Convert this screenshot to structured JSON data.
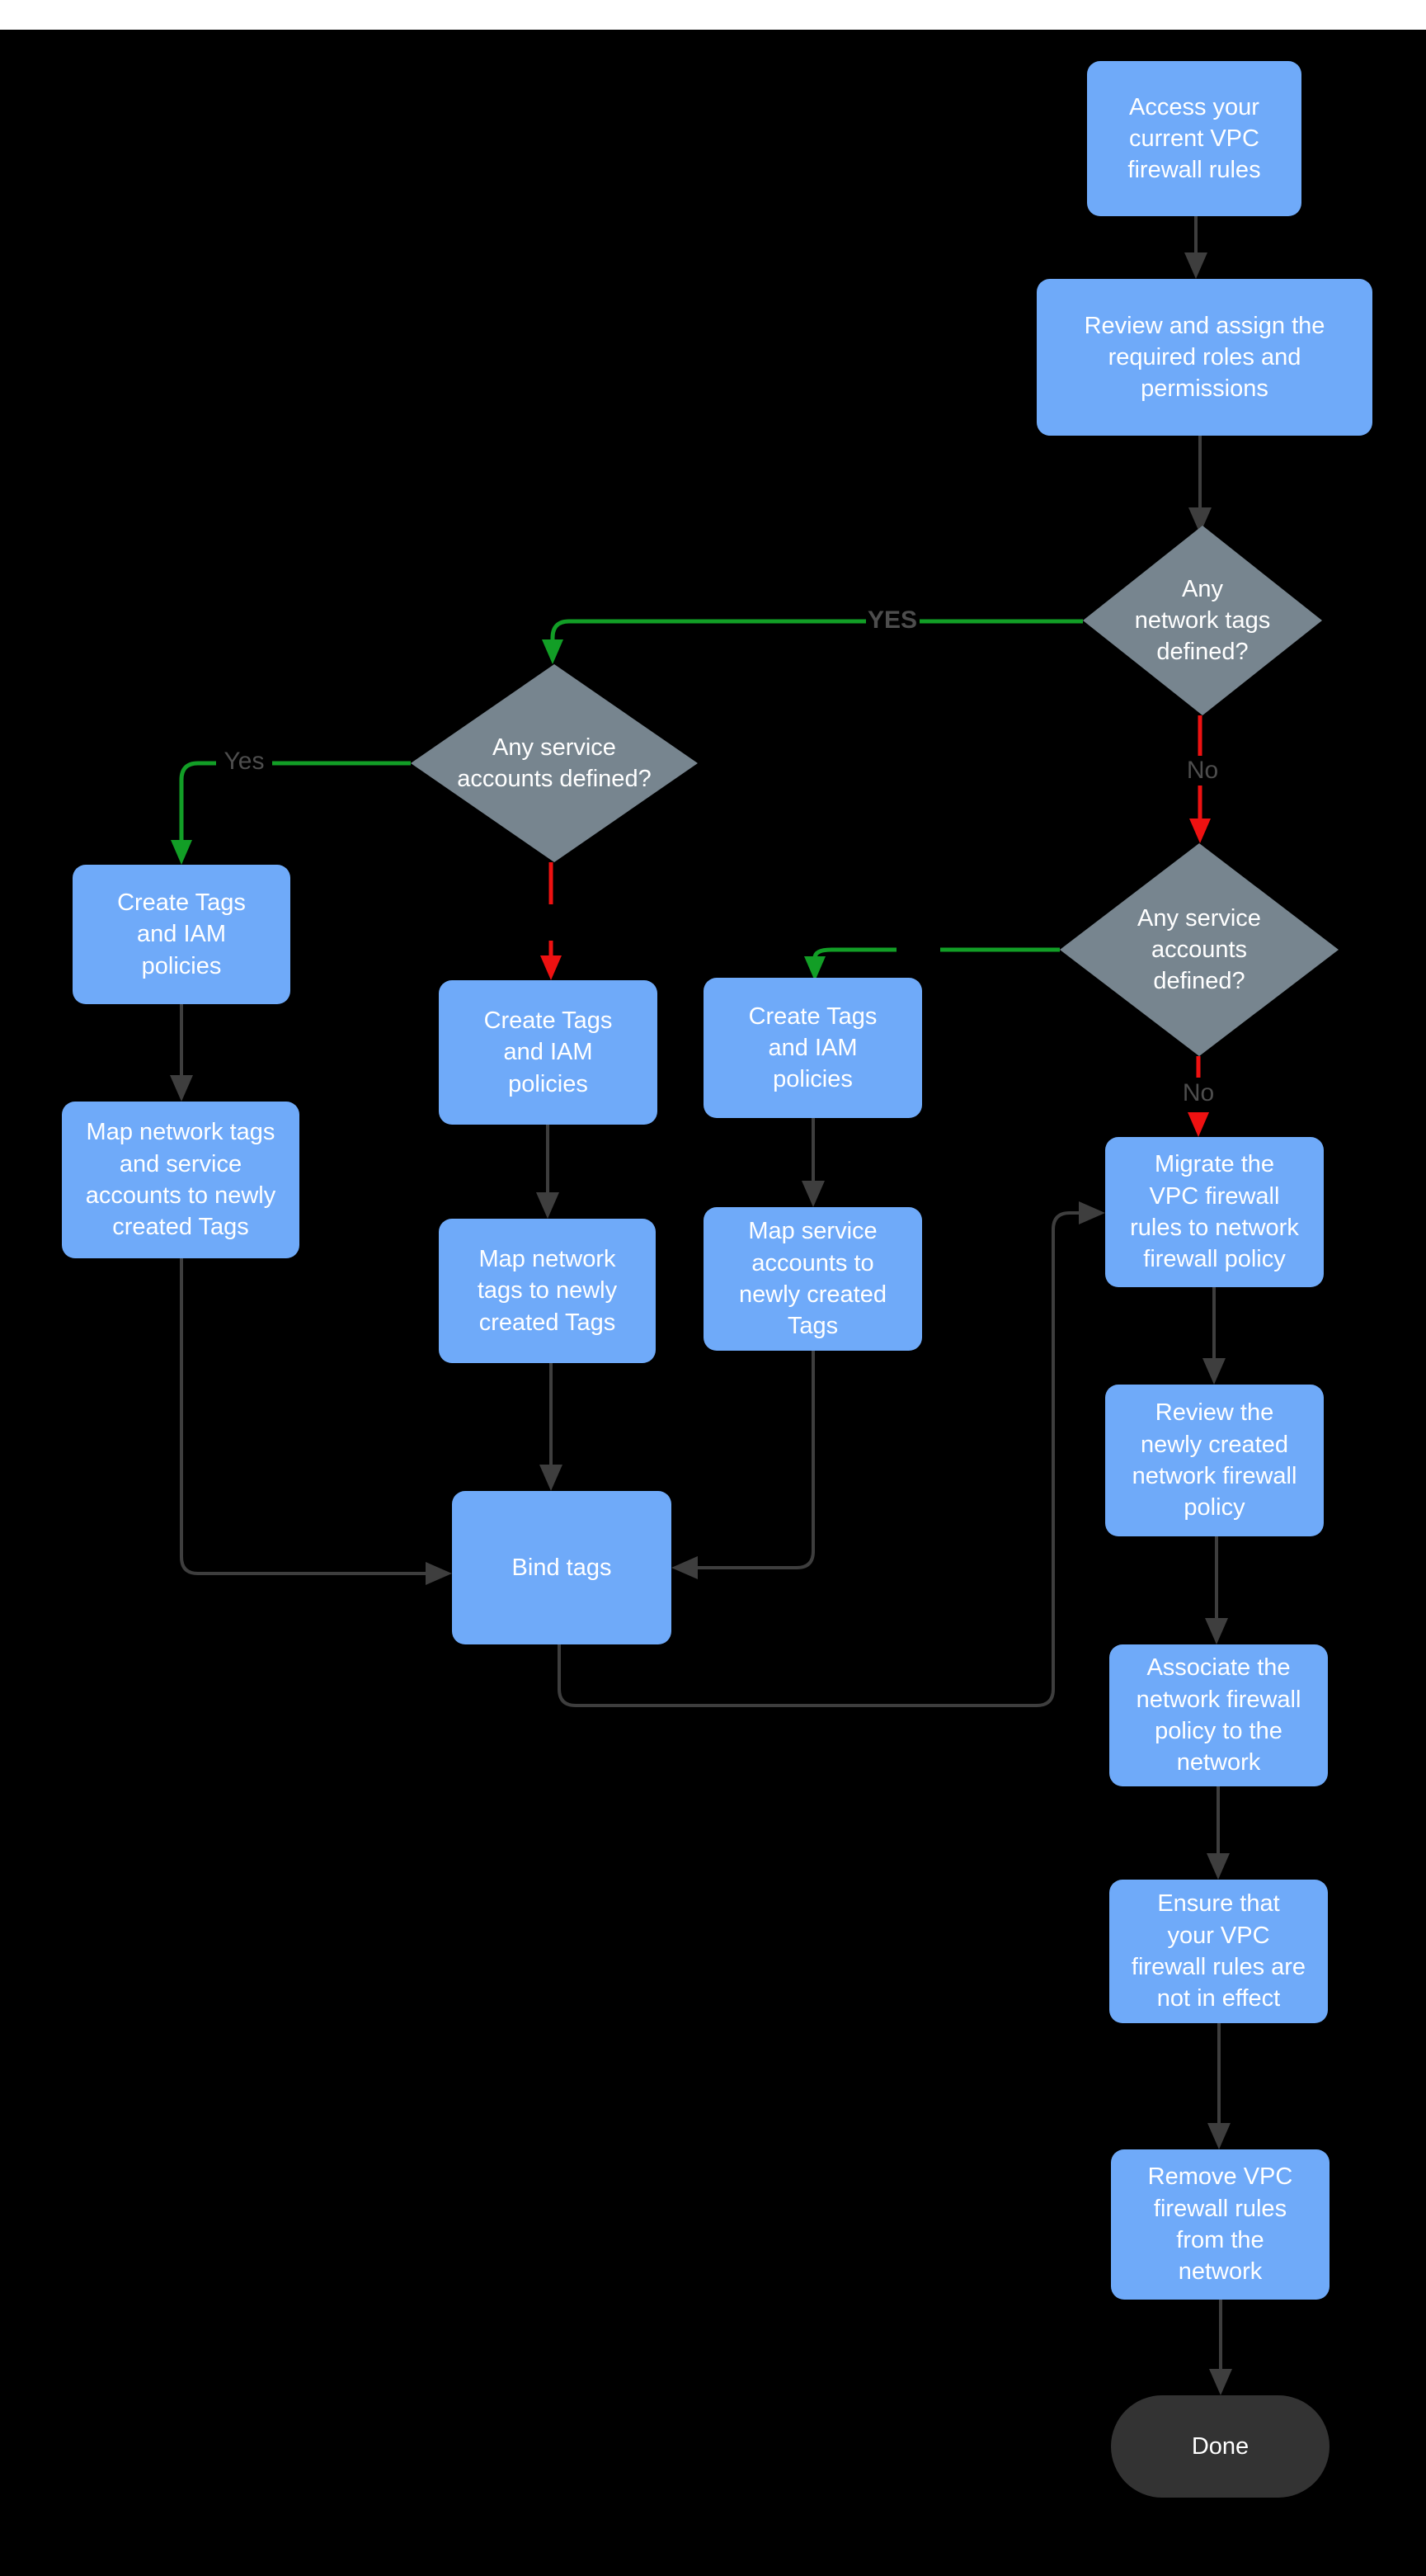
{
  "page": {
    "background": "#000000",
    "top_bar_color": "#FFFFFF"
  },
  "colors": {
    "process_fill": "#6FAAF9",
    "decision_fill": "#77858F",
    "terminal_fill": "#333333",
    "node_text": "#FFFFFF",
    "edge_default": "#3E3E3E",
    "edge_yes": "#129E26",
    "edge_no": "#EE1111",
    "edge_label_text": "#4D4D4D"
  },
  "nodes": {
    "access": {
      "label": "Access your\ncurrent VPC\nfirewall rules"
    },
    "review_roles": {
      "label": "Review and assign the\nrequired roles and\npermissions"
    },
    "d_network_tags": {
      "label": "Any\nnetwork tags\ndefined?"
    },
    "d_service_left": {
      "label": "Any service\naccounts defined?"
    },
    "d_service_right": {
      "label": "Any service\naccounts\ndefined?"
    },
    "create_tags_left": {
      "label": "Create Tags\nand IAM\npolicies"
    },
    "create_tags_mid": {
      "label": "Create Tags\nand IAM\npolicies"
    },
    "create_tags_right": {
      "label": "Create Tags\nand IAM\npolicies"
    },
    "map_both": {
      "label": "Map network tags\nand service\naccounts to newly\ncreated Tags"
    },
    "map_network": {
      "label": "Map network\ntags to newly\ncreated Tags"
    },
    "map_service": {
      "label": "Map service\naccounts  to\nnewly created\nTags"
    },
    "bind_tags": {
      "label": "Bind tags"
    },
    "migrate": {
      "label": "Migrate the\nVPC firewall\nrules to network\nfirewall policy"
    },
    "review_policy": {
      "label": "Review the\nnewly created\nnetwork firewall\npolicy"
    },
    "associate": {
      "label": "Associate the\nnetwork firewall\npolicy to the\nnetwork"
    },
    "ensure": {
      "label": "Ensure that\nyour VPC\nfirewall rules are\nnot in effect"
    },
    "remove": {
      "label": "Remove  VPC\nfirewall rules\nfrom the\nnetwork"
    },
    "done": {
      "label": "Done"
    }
  },
  "edge_labels": {
    "yes_upper": "YES",
    "yes_left": "Yes",
    "no_upper": "No",
    "no_lower": "No"
  }
}
